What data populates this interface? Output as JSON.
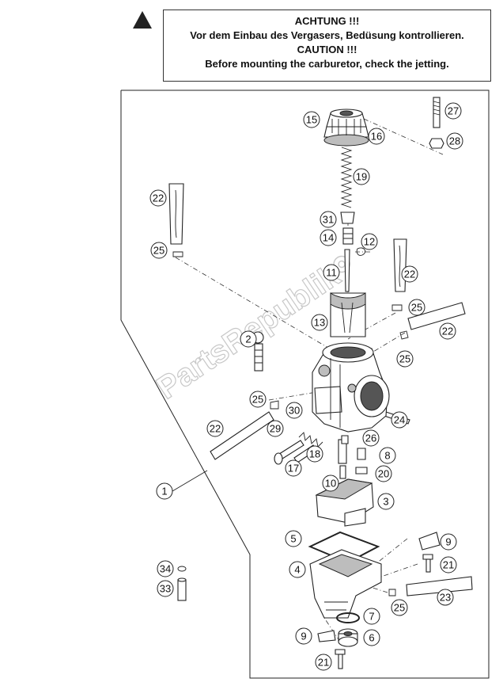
{
  "notice": {
    "line1": "ACHTUNG !!!",
    "line2": "Vor dem Einbau des Vergasers, Bedüsung kontrollieren.",
    "line3": "CAUTION !!!",
    "line4": "Before mounting the carburetor, check the jetting."
  },
  "watermark": "PartsRepublik",
  "callouts": [
    "1",
    "2",
    "3",
    "4",
    "5",
    "6",
    "7",
    "8",
    "9",
    "9",
    "10",
    "11",
    "12",
    "13",
    "14",
    "15",
    "16",
    "17",
    "18",
    "19",
    "20",
    "21",
    "21",
    "22",
    "22",
    "22",
    "22",
    "23",
    "24",
    "25",
    "25",
    "25",
    "25",
    "25",
    "26",
    "27",
    "28",
    "29",
    "30",
    "31",
    "33",
    "34"
  ]
}
